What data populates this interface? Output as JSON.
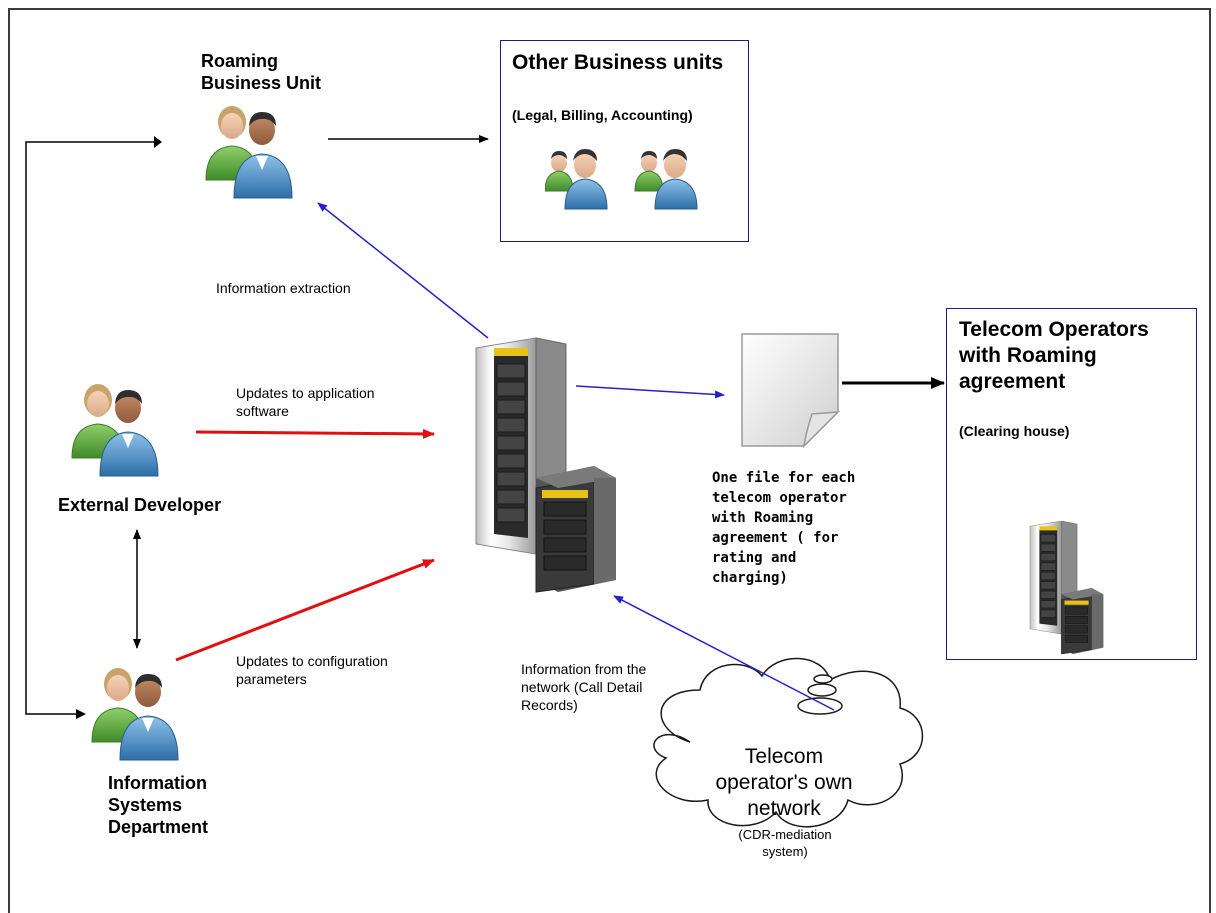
{
  "actors": {
    "roaming_unit": {
      "name": "Roaming Business Unit"
    },
    "external_developer": {
      "name": "External Developer"
    },
    "is_department": {
      "name": "Information Systems Department"
    }
  },
  "boxes": {
    "other_units": {
      "title": "Other Business units",
      "subtitle": "(Legal, Billing, Accounting)"
    },
    "telecom_operators": {
      "title": "Telecom Operators with Roaming agreement",
      "subtitle": "(Clearing house)"
    }
  },
  "edges": {
    "info_extraction": "Information extraction",
    "updates_app": "Updates to application software",
    "updates_config": "Updates to configuration parameters",
    "info_network": "Information from the network (Call Detail Records)"
  },
  "file_caption": "One file for each telecom operator with Roaming agreement ( for rating and charging)",
  "cloud": {
    "title": "Telecom operator's own network",
    "subtitle": "(CDR-mediation system)"
  },
  "colors": {
    "blue_arrow": "#2222cc",
    "red_arrow": "#e01010",
    "black_arrow": "#000000",
    "box_border": "#1e1e7a",
    "person_green": "#5aa83c",
    "person_blue": "#3b8ac4"
  },
  "icons": [
    "people-icon",
    "server-icon",
    "document-icon",
    "cloud-icon"
  ]
}
